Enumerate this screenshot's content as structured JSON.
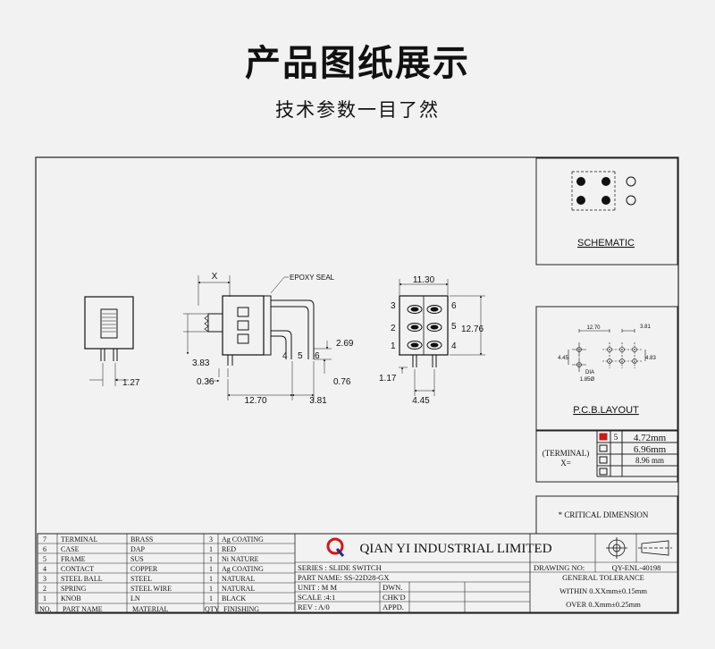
{
  "header": {
    "title": "产品图纸展示",
    "subtitle": "技术参数一目了然"
  },
  "epoxy_label": "EPOXY SEAL",
  "dims": {
    "x": "X",
    "d383": "3.83",
    "d036": "0.36",
    "d1270": "12.70",
    "d381": "3.81",
    "d269": "2.69",
    "d076": "0.76",
    "d127": "1.27",
    "d1130": "11.30",
    "d1276": "12.76",
    "d117": "1.17",
    "d445": "4.45"
  },
  "pin_labels": {
    "p4": "4",
    "p5": "5",
    "p6": "6",
    "r1": "1",
    "r2": "2",
    "r3": "3",
    "r4": "4",
    "r5": "5",
    "r6": "6"
  },
  "schematic_label": "SCHEMATIC",
  "pcb": {
    "label": "P.C.B.LAYOUT",
    "d1270": "12.70",
    "d381": "3.81",
    "d445": "4.45",
    "d483": "4.83",
    "dia": "DIA",
    "d185": "1.85Ø"
  },
  "terminal_table": {
    "label1": "(TERMINAL)",
    "label2": "X=",
    "rows": [
      {
        "no": "5",
        "value": "4.72mm",
        "checked": true
      },
      {
        "no": "",
        "value": "6.96mm",
        "checked": false
      },
      {
        "no": "",
        "value": "8.96 mm",
        "checked": false
      },
      {
        "no": "",
        "value": "",
        "checked": false
      }
    ]
  },
  "critical_note": "* CRITICAL DIMENSION",
  "bom": [
    {
      "no": "7",
      "part": "TERMINAL",
      "material": "BRASS",
      "qty": "3",
      "finish": "Ag COATING"
    },
    {
      "no": "6",
      "part": "CASE",
      "material": "DAP",
      "qty": "1",
      "finish": "RED"
    },
    {
      "no": "5",
      "part": "FRAME",
      "material": "SUS",
      "qty": "1",
      "finish": "Ni NATURE"
    },
    {
      "no": "4",
      "part": "CONTACT",
      "material": "COPPER",
      "qty": "1",
      "finish": "Ag COATING"
    },
    {
      "no": "3",
      "part": "STEEL BALL",
      "material": "STEEL",
      "qty": "1",
      "finish": "NATURAL"
    },
    {
      "no": "2",
      "part": "SPRING",
      "material": "STEEL WIRE",
      "qty": "1",
      "finish": "NATURAL"
    },
    {
      "no": "1",
      "part": "KNOB",
      "material": "LN",
      "qty": "1",
      "finish": "BLACK"
    }
  ],
  "bom_header": {
    "no": "NO.",
    "part": "PART NAME",
    "material": "MATERIAL",
    "qty": "QTY",
    "finish": "FINISHING"
  },
  "company": {
    "logo": "Q",
    "name": "QIAN YI INDUSTRIAL LIMITED"
  },
  "info": {
    "series": "SERIES : SLIDE SWITCH",
    "part": "PART NAME: SS-22D28-GX",
    "unit": "UNIT : M M",
    "dwn": "DWN.",
    "scale": "SCALE :4:1",
    "chkd": "CHK'D",
    "rev": "REV : A/0",
    "appd": "APPD."
  },
  "drawing": {
    "no_label": "DRAWING NO:",
    "no_value": "QY-ENL-40198",
    "tol_title": "GENERAL TOLERANCE",
    "tol1": "WITHIN 0.XXmm±0.15mm",
    "tol2": "OVER   0.Xmm±0.25mm"
  },
  "colors": {
    "accent": "#d01818",
    "logo_blue": "#1f2f8a",
    "line": "#222222"
  }
}
